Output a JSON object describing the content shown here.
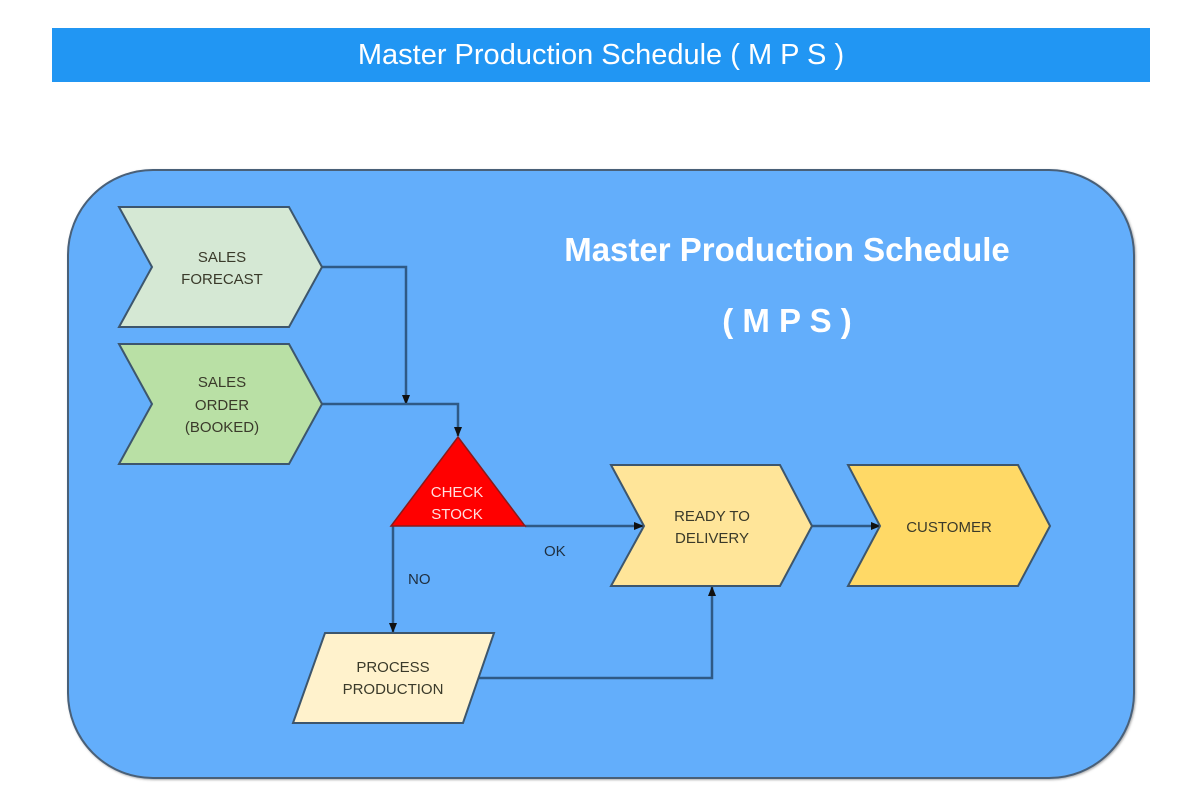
{
  "banner": {
    "title": "Master Production Schedule ( M P S )",
    "background": "#2196f3"
  },
  "diagram": {
    "container_color": "#64aefb",
    "title_line1": "Master Production Schedule",
    "title_line2": "( M P S )",
    "nodes": {
      "sales_forecast": {
        "lines": [
          "SALES",
          "FORECAST"
        ],
        "shape": "chevron",
        "fill": "#d5e8d4"
      },
      "sales_order": {
        "lines": [
          "SALES",
          "ORDER",
          "(BOOKED)"
        ],
        "shape": "chevron",
        "fill": "#b9e0a5"
      },
      "check_stock": {
        "lines": [
          "CHECK",
          "STOCK"
        ],
        "shape": "triangle",
        "fill": "#ff0000"
      },
      "ready_to_delivery": {
        "lines": [
          "READY TO",
          "DELIVERY"
        ],
        "shape": "chevron",
        "fill": "#ffe599"
      },
      "customer": {
        "lines": [
          "CUSTOMER"
        ],
        "shape": "chevron",
        "fill": "#ffd966"
      },
      "process_production": {
        "lines": [
          "PROCESS",
          "PRODUCTION"
        ],
        "shape": "parallelogram",
        "fill": "#fff2cc"
      }
    },
    "edges": [
      {
        "from": "sales_forecast",
        "to": "sales_order_line",
        "label": ""
      },
      {
        "from": "sales_order",
        "to": "check_stock",
        "label": ""
      },
      {
        "from": "check_stock",
        "to": "ready_to_delivery",
        "label": "OK"
      },
      {
        "from": "check_stock",
        "to": "process_production",
        "label": "NO"
      },
      {
        "from": "process_production",
        "to": "ready_to_delivery",
        "label": ""
      },
      {
        "from": "ready_to_delivery",
        "to": "customer",
        "label": ""
      }
    ],
    "edge_labels": {
      "ok": "OK",
      "no": "NO"
    }
  }
}
